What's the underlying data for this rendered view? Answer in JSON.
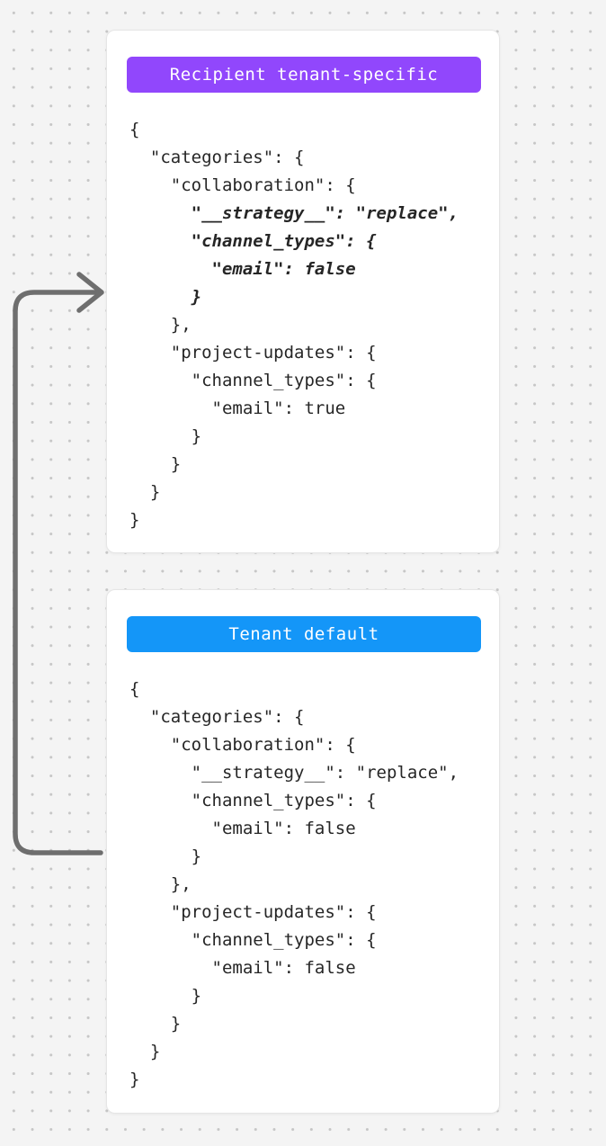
{
  "palette": {
    "canvas_bg": "#f4f4f4",
    "dot_color": "#c6c6c6",
    "card_bg": "#ffffff",
    "code_text": "#262626",
    "arrow_color": "#6e6e6e",
    "recipient_badge_color": "#9147fc",
    "tenant_badge_color": "#1496f8"
  },
  "arrow": {
    "name": "merge-flow-arrow",
    "color": "#6e6e6e",
    "direction": "from tenant default card up into recipient tenant-specific card"
  },
  "cards": [
    {
      "badge": {
        "label": "Recipient tenant-specific",
        "color": "#9147fc"
      },
      "code": [
        {
          "text": "{"
        },
        {
          "text": "  \"categories\": {"
        },
        {
          "text": "    \"collaboration\": {"
        },
        {
          "text": "      \"__strategy__\": \"replace\",",
          "em": true
        },
        {
          "text": "      \"channel_types\": {",
          "em": true
        },
        {
          "text": "        \"email\": false",
          "em": true
        },
        {
          "text": "      }",
          "em": true
        },
        {
          "text": "    },"
        },
        {
          "text": "    \"project-updates\": {"
        },
        {
          "text": "      \"channel_types\": {"
        },
        {
          "text": "        \"email\": true"
        },
        {
          "text": "      }"
        },
        {
          "text": "    }"
        },
        {
          "text": "  }"
        },
        {
          "text": "}"
        }
      ]
    },
    {
      "badge": {
        "label": "Tenant default",
        "color": "#1496f8"
      },
      "code": [
        {
          "text": "{"
        },
        {
          "text": "  \"categories\": {"
        },
        {
          "text": "    \"collaboration\": {"
        },
        {
          "text": "      \"__strategy__\": \"replace\","
        },
        {
          "text": "      \"channel_types\": {"
        },
        {
          "text": "        \"email\": false"
        },
        {
          "text": "      }"
        },
        {
          "text": "    },"
        },
        {
          "text": "    \"project-updates\": {"
        },
        {
          "text": "      \"channel_types\": {"
        },
        {
          "text": "        \"email\": false"
        },
        {
          "text": "      }"
        },
        {
          "text": "    }"
        },
        {
          "text": "  }"
        },
        {
          "text": "}"
        }
      ]
    }
  ]
}
